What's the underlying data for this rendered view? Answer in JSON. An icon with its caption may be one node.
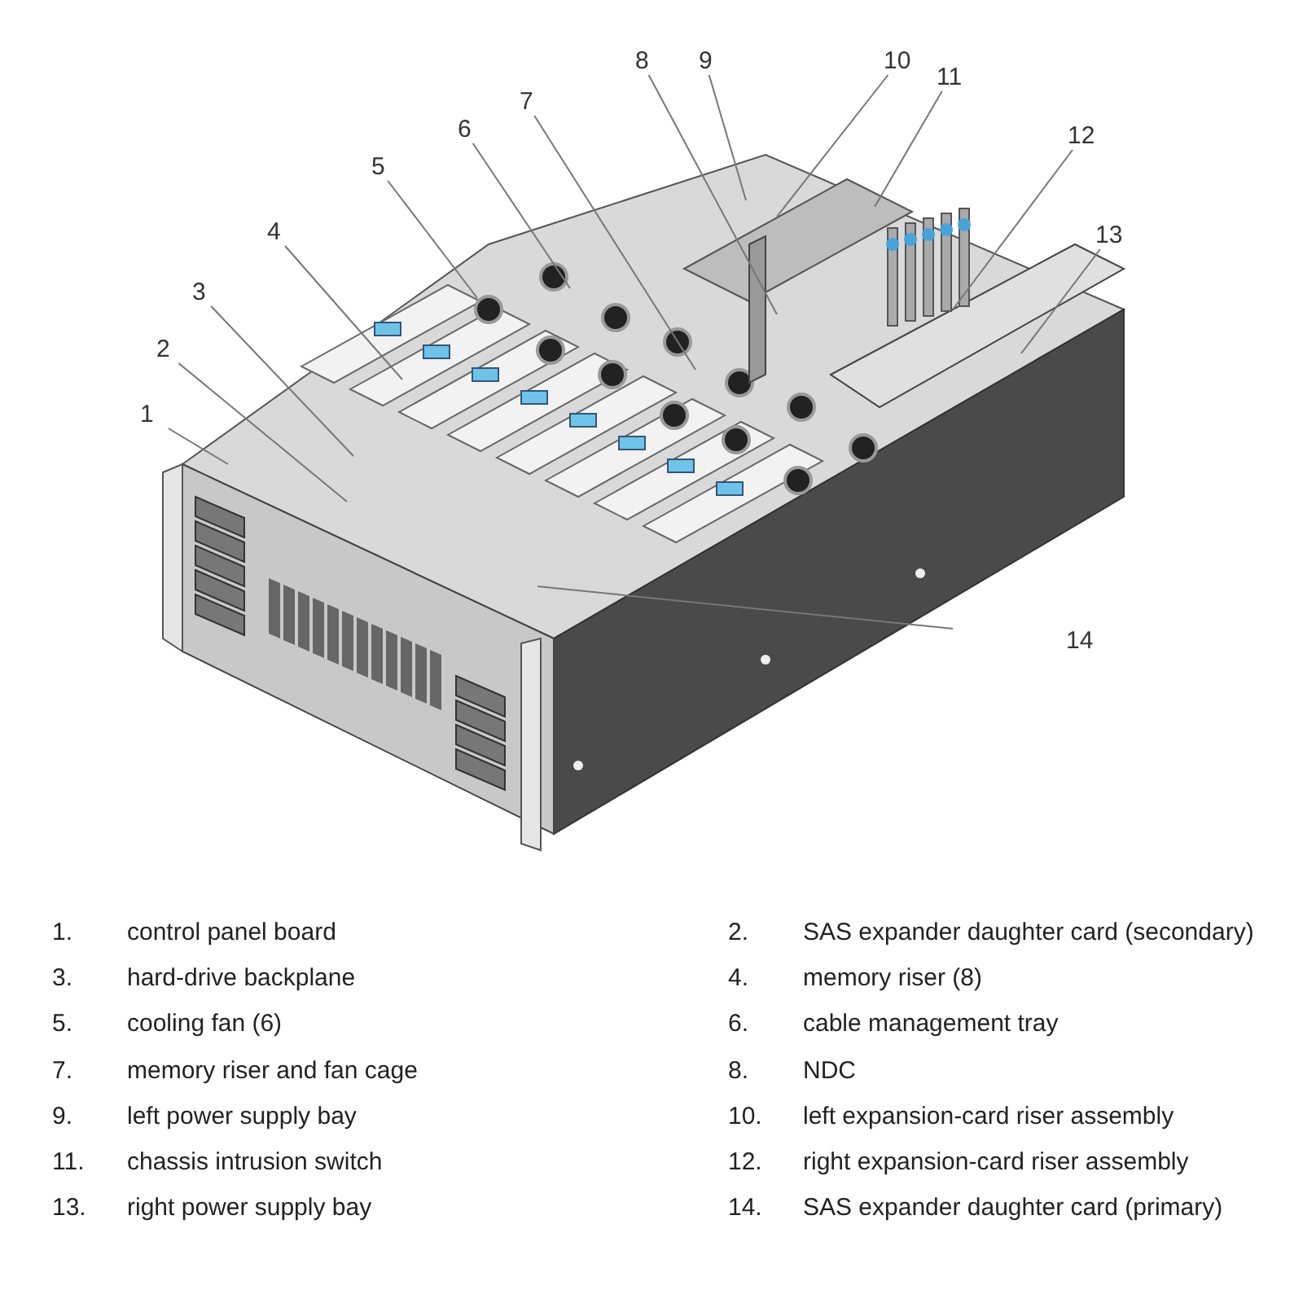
{
  "diagram": {
    "nodes": [
      {
        "text": [
          "1"
        ]
      },
      {
        "text": [
          "2"
        ]
      },
      {
        "text": [
          "3"
        ]
      },
      {
        "text": [
          "4"
        ]
      },
      {
        "text": [
          "5"
        ]
      },
      {
        "text": [
          "6"
        ]
      },
      {
        "text": [
          "7"
        ]
      },
      {
        "text": [
          "8"
        ]
      },
      {
        "text": [
          "9"
        ]
      },
      {
        "text": [
          "10"
        ]
      },
      {
        "text": [
          "11"
        ]
      },
      {
        "text": [
          "12"
        ]
      },
      {
        "text": [
          "13"
        ]
      },
      {
        "text": [
          "14"
        ]
      }
    ],
    "edges": [
      {
        "from": 0,
        "to": null,
        "arrow": "none"
      },
      {
        "from": 1,
        "to": null,
        "arrow": "none"
      },
      {
        "from": 2,
        "to": null,
        "arrow": "none"
      },
      {
        "from": 3,
        "to": null,
        "arrow": "none"
      },
      {
        "from": 4,
        "to": null,
        "arrow": "none"
      },
      {
        "from": 5,
        "to": null,
        "arrow": "none"
      },
      {
        "from": 6,
        "to": null,
        "arrow": "none"
      },
      {
        "from": 7,
        "to": null,
        "arrow": "none"
      },
      {
        "from": 8,
        "to": null,
        "arrow": "none"
      },
      {
        "from": 9,
        "to": null,
        "arrow": "none"
      },
      {
        "from": 10,
        "to": null,
        "arrow": "none"
      },
      {
        "from": 11,
        "to": null,
        "arrow": "none"
      },
      {
        "from": 12,
        "to": null,
        "arrow": "none"
      },
      {
        "from": 13,
        "to": null,
        "arrow": "none"
      }
    ],
    "labels": [
      "1.",
      "control panel board",
      "2.",
      "SAS expander daughter card (secondary)",
      "3.",
      "hard-drive backplane",
      "4.",
      "memory riser (8)",
      "5.",
      "cooling fan (6)",
      "6.",
      "cable management tray",
      "7.",
      "memory riser and fan cage",
      "8.",
      "NDC",
      "9.",
      "left power supply bay",
      "10.",
      "left expansion-card riser assembly",
      "11.",
      "chassis intrusion switch",
      "12.",
      "right expansion-card riser assembly",
      "13.",
      "right power supply bay",
      "14.",
      "SAS expander daughter card (primary)"
    ]
  }
}
